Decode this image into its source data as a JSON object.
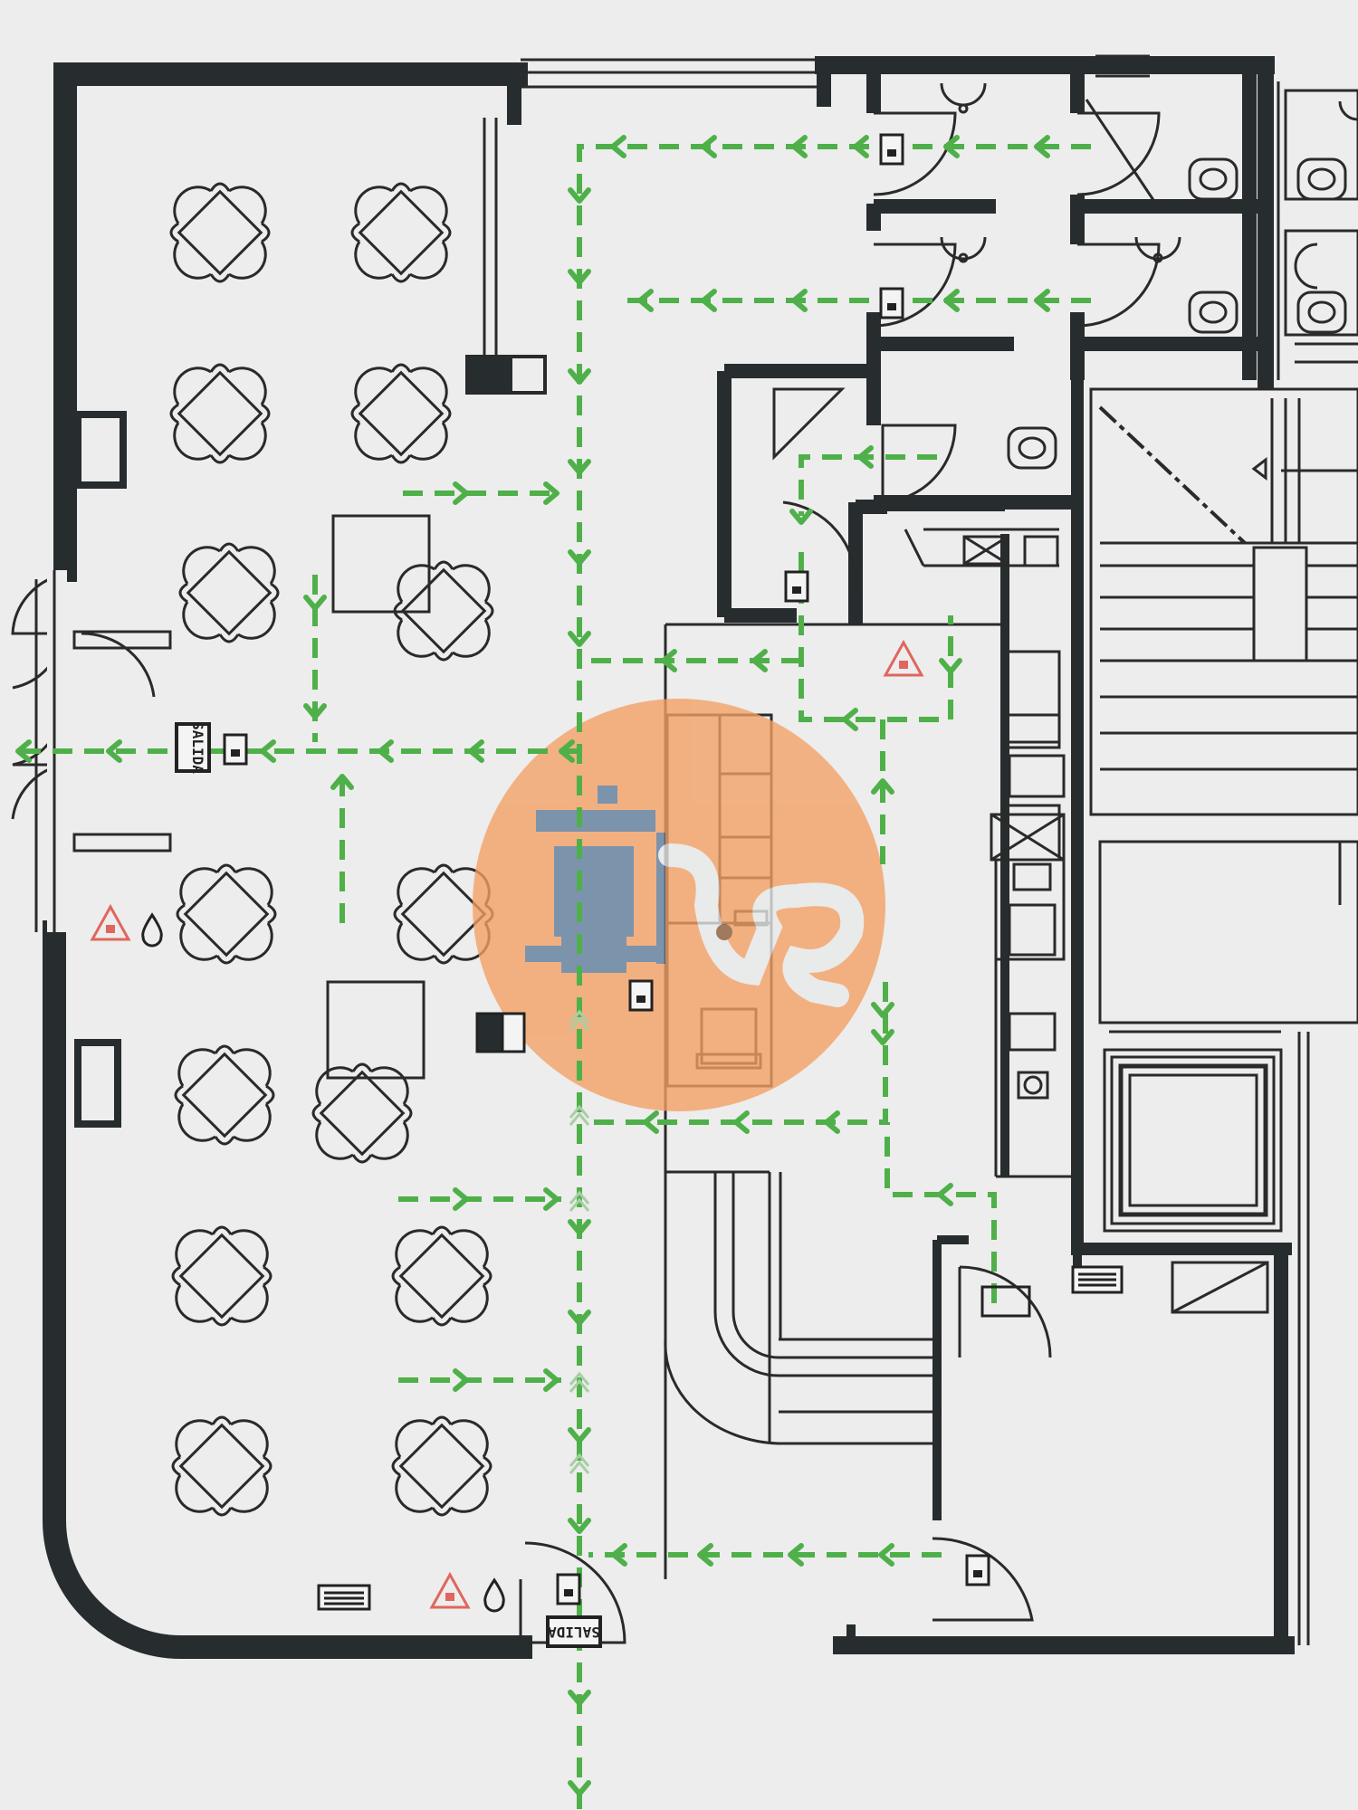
{
  "plan": {
    "signs": {
      "salida_1": "SALIDA",
      "salida_2": "SALIDA"
    },
    "colors": {
      "wall": "#272d2f",
      "paper": "#ecedec",
      "line": "#2a2a2a",
      "evac_arrow": "#4fb04a",
      "alarm": "#e0665e",
      "logo_circle": "#f4a064",
      "logo_figure": "#5d7a9b"
    },
    "icons": [
      "fire-extinguisher-icon",
      "emergency-light-icon",
      "fire-alarm-triangle-icon",
      "water-drop-icon",
      "logo-watermark"
    ]
  }
}
